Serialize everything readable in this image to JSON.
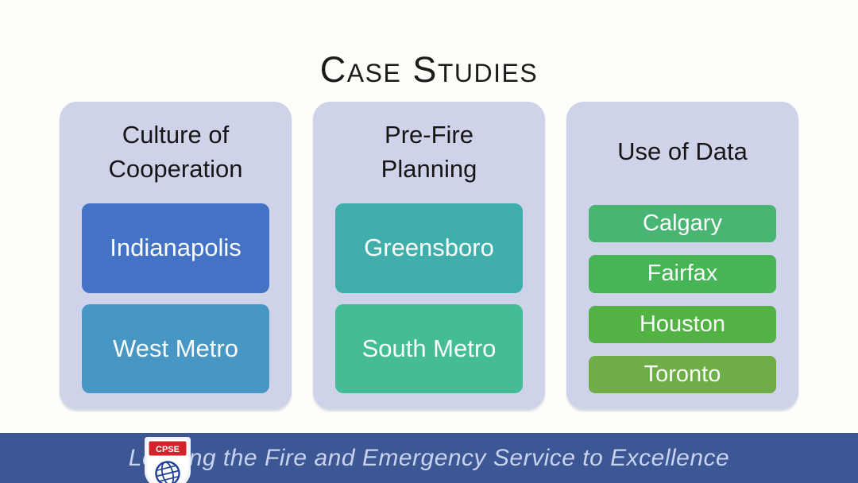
{
  "title": "Case Studies",
  "columns": [
    {
      "header": "Culture of Cooperation",
      "items": [
        {
          "label": "Indianapolis",
          "color": "#4472C4"
        },
        {
          "label": "West Metro",
          "color": "#4896C4"
        }
      ]
    },
    {
      "header": "Pre-Fire Planning",
      "items": [
        {
          "label": "Greensboro",
          "color": "#40AFAC"
        },
        {
          "label": "South Metro",
          "color": "#44BC95"
        }
      ]
    },
    {
      "header": "Use of Data",
      "items": [
        {
          "label": "Calgary",
          "color": "#49B573"
        },
        {
          "label": "Fairfax",
          "color": "#45B556"
        },
        {
          "label": "Houston",
          "color": "#52B244"
        },
        {
          "label": "Toronto",
          "color": "#6FAD46"
        }
      ]
    }
  ],
  "footer": {
    "tagline": "Leading the Fire and Emergency Service to Excellence",
    "logo_text": "CPSE",
    "logo_icon": "globe-shield-icon",
    "bar_color": "#3D5794"
  },
  "colors": {
    "slide_bg": "#FDFDFA",
    "column_bg": "#CED3EA",
    "title_text": "#1B1B1B",
    "tagline_text": "#C7D3EF",
    "logo_red": "#D2232A",
    "logo_blue": "#21409A"
  }
}
